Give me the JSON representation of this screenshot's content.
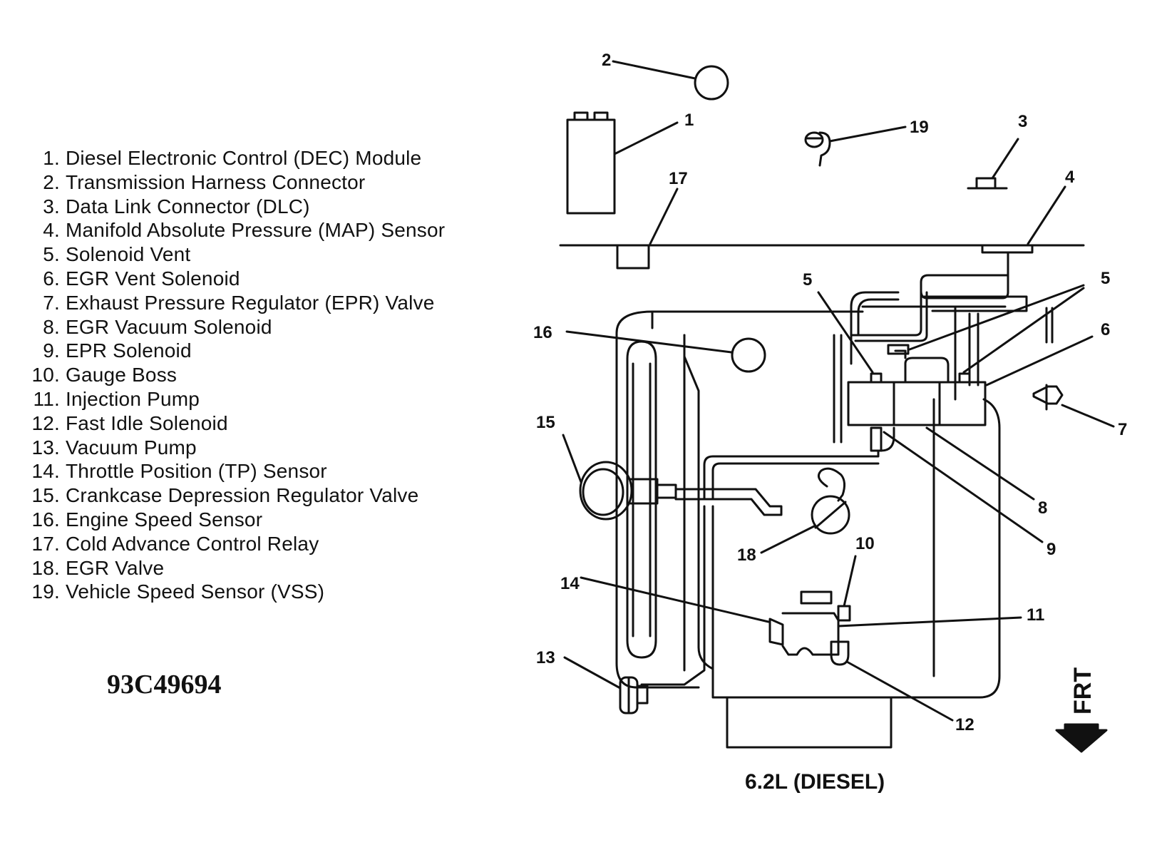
{
  "legend": [
    {
      "num": "1.",
      "text": "Diesel Electronic Control (DEC) Module"
    },
    {
      "num": "2.",
      "text": "Transmission Harness Connector"
    },
    {
      "num": "3.",
      "text": "Data Link Connector (DLC)"
    },
    {
      "num": "4.",
      "text": "Manifold Absolute Pressure (MAP) Sensor"
    },
    {
      "num": "5.",
      "text": "Solenoid Vent"
    },
    {
      "num": "6.",
      "text": "EGR Vent Solenoid"
    },
    {
      "num": "7.",
      "text": "Exhaust Pressure Regulator (EPR) Valve"
    },
    {
      "num": "8.",
      "text": "EGR Vacuum Solenoid"
    },
    {
      "num": "9.",
      "text": "EPR Solenoid"
    },
    {
      "num": "10.",
      "text": "Gauge Boss"
    },
    {
      "num": "11.",
      "text": "Injection Pump"
    },
    {
      "num": "12.",
      "text": "Fast Idle Solenoid"
    },
    {
      "num": "13.",
      "text": "Vacuum Pump"
    },
    {
      "num": "14.",
      "text": "Throttle Position (TP) Sensor"
    },
    {
      "num": "15.",
      "text": "Crankcase Depression Regulator Valve"
    },
    {
      "num": "16.",
      "text": "Engine Speed Sensor"
    },
    {
      "num": "17.",
      "text": "Cold Advance Control Relay"
    },
    {
      "num": "18.",
      "text": "EGR Valve"
    },
    {
      "num": "19.",
      "text": "Vehicle Speed Sensor (VSS)"
    }
  ],
  "figure_id": "93C49694",
  "caption": "6.2L (DIESEL)",
  "front_marker": "FRT",
  "callouts": {
    "c1": "1",
    "c2": "2",
    "c3": "3",
    "c4": "4",
    "c5a": "5",
    "c5b": "5",
    "c6": "6",
    "c7": "7",
    "c8": "8",
    "c9": "9",
    "c10": "10",
    "c11": "11",
    "c12": "12",
    "c13": "13",
    "c14": "14",
    "c15": "15",
    "c16": "16",
    "c17": "17",
    "c18": "18",
    "c19": "19"
  },
  "colors": {
    "ink": "#111111",
    "paper": "#ffffff"
  }
}
